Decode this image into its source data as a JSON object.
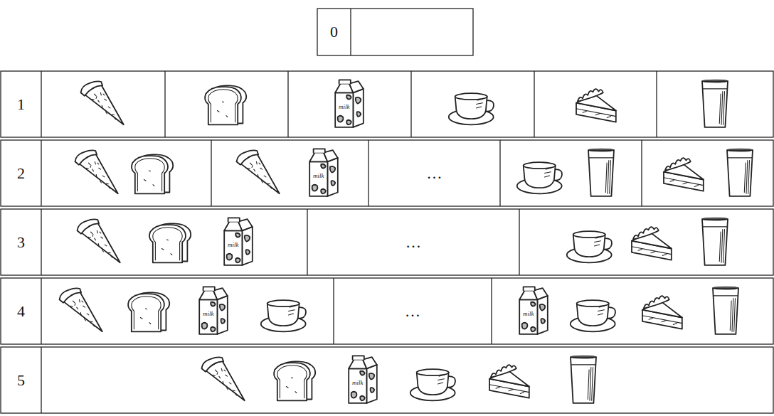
{
  "diagram": {
    "nodes": [
      {
        "text": [
          "0"
        ]
      },
      {
        "text": [
          "1"
        ]
      },
      {
        "text": [
          "2"
        ]
      },
      {
        "text": [
          "…"
        ]
      },
      {
        "text": [
          "3"
        ]
      },
      {
        "text": [
          "…"
        ]
      },
      {
        "text": [
          "4"
        ]
      },
      {
        "text": [
          "…"
        ]
      },
      {
        "text": [
          "5"
        ]
      }
    ],
    "labels": [
      "milk",
      "milk",
      "milk",
      "milk",
      "milk",
      "milk"
    ]
  }
}
